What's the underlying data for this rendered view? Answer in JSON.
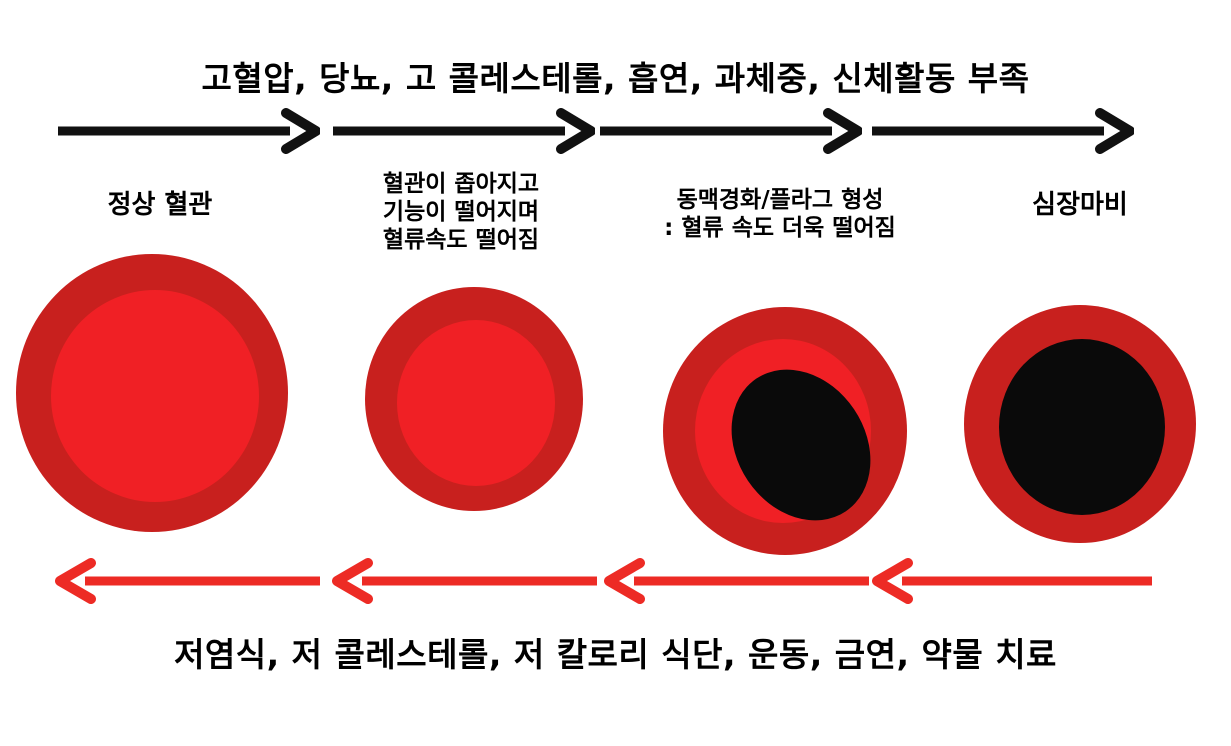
{
  "diagram": {
    "title_top": "고혈압,  당뇨,  고 콜레스테롤,  흡연,  과체중,  신체활동 부족",
    "title_bottom": "저염식,  저 콜레스테롤,  저 칼로리 식단,  운동,  금연,  약물 치료",
    "colors": {
      "vessel_wall": "#C8201E",
      "vessel_lumen": "#F02025",
      "plaque": "#0A0A0A",
      "progression_arrow": "#111111",
      "recovery_arrow": "#ED2B25",
      "text": "#000000",
      "background": "#FFFFFF"
    },
    "stages": [
      {
        "id": "normal-vessel",
        "label_lines": [
          "정상 혈관"
        ],
        "lumen_ratio": 0.76,
        "plaque": "none"
      },
      {
        "id": "narrowing-vessel",
        "label_lines": [
          "혈관이 좁아지고",
          "기능이 떨어지며",
          "혈류속도 떨어짐"
        ],
        "lumen_ratio": 0.7,
        "plaque": "none"
      },
      {
        "id": "atherosclerosis-vessel",
        "label_lines": [
          "동맥경화/플라그 형성",
          ": 혈류 속도 더욱 떨어짐"
        ],
        "lumen_ratio": 0.7,
        "plaque": "partial"
      },
      {
        "id": "heart-attack-vessel",
        "label_lines": [
          "심장마비"
        ],
        "lumen_ratio": 0.7,
        "plaque": "full"
      }
    ],
    "arrows_top": [
      {
        "id": "progression-arrow-1",
        "direction": "right"
      },
      {
        "id": "progression-arrow-2",
        "direction": "right"
      },
      {
        "id": "progression-arrow-3",
        "direction": "right"
      },
      {
        "id": "progression-arrow-4",
        "direction": "right"
      }
    ],
    "arrows_bottom": [
      {
        "id": "recovery-arrow-1",
        "direction": "left"
      },
      {
        "id": "recovery-arrow-2",
        "direction": "left"
      },
      {
        "id": "recovery-arrow-3",
        "direction": "left"
      },
      {
        "id": "recovery-arrow-4",
        "direction": "left"
      }
    ]
  }
}
